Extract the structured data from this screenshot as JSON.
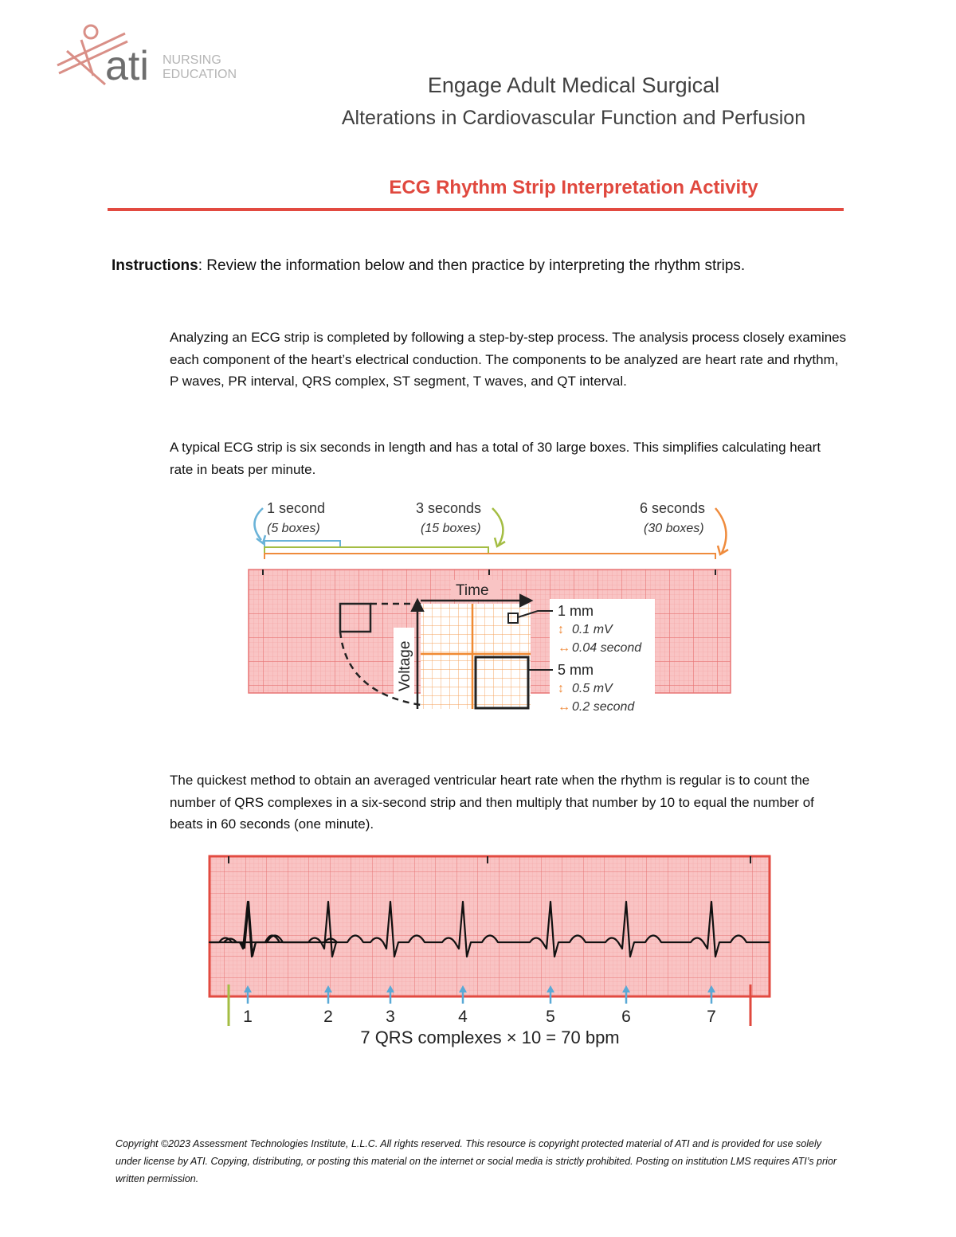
{
  "header": {
    "logo_text": "ati",
    "logo_sub1": "NURSING",
    "logo_sub2": "EDUCATION",
    "course_title": "Engage Adult Medical Surgical",
    "topic_title": "Alterations in Cardiovascular Function and Perfusion",
    "activity_title": "ECG Rhythm Strip Interpretation Activity"
  },
  "instructions": {
    "label": "Instructions",
    "text": ": Review the information below and then practice by interpreting the rhythm strips."
  },
  "paragraphs": [
    "Analyzing an ECG strip is completed by following a step-by-step process. The analysis process closely examines each component of the heart’s electrical conduction. The components to be analyzed are heart rate and rhythm, P waves, PR interval, QRS complex, ST segment, T waves, and QT interval.",
    "A typical ECG strip is six seconds in length and has a total of 30 large boxes. This simplifies calculating heart rate in beats per minute.",
    "The quickest method to obtain an averaged ventricular heart rate when the rhythm is regular is to count the number of QRS complexes in a six-second strip and then multiply that number by 10 to equal the number of beats in 60 seconds (one minute)."
  ],
  "figure1": {
    "label_1s": "1 second",
    "label_1s_boxes": "(5 boxes)",
    "label_3s": "3 seconds",
    "label_3s_boxes": "(15 boxes)",
    "label_6s": "6 seconds",
    "label_6s_boxes": "(30 boxes)",
    "time_label": "Time",
    "voltage_label": "Voltage",
    "small_box": "1 mm",
    "small_mv": "0.1 mV",
    "small_sec": "0.04 second",
    "large_box": "5 mm",
    "large_mv": "0.5 mV",
    "large_sec": "0.2 second",
    "colors": {
      "grid_bg": "#f6b1b1",
      "grid_line": "#ec7d7d",
      "zoom_grid": "#f39a4a",
      "arrow_1s": "#6ab3d8",
      "arrow_3s": "#a4bd43",
      "arrow_6s": "#ef8b3c"
    }
  },
  "figure2": {
    "beat_numbers": [
      "1",
      "2",
      "3",
      "4",
      "5",
      "6",
      "7"
    ],
    "caption": "7 QRS complexes × 10 = 70 bpm",
    "colors": {
      "beat_arrow": "#5aa9d6",
      "start_marker": "#a4bd43",
      "end_marker": "#e0483e"
    }
  },
  "footer": {
    "copyright": "Copyright ©2023 Assessment Technologies Institute, L.L.C. All rights reserved. This resource is copyright protected material of ATI and is provided for use solely under license by ATI. Copying, distributing, or posting this material on the internet or social media is strictly prohibited. Posting on institution LMS requires ATI’s prior written permission."
  }
}
